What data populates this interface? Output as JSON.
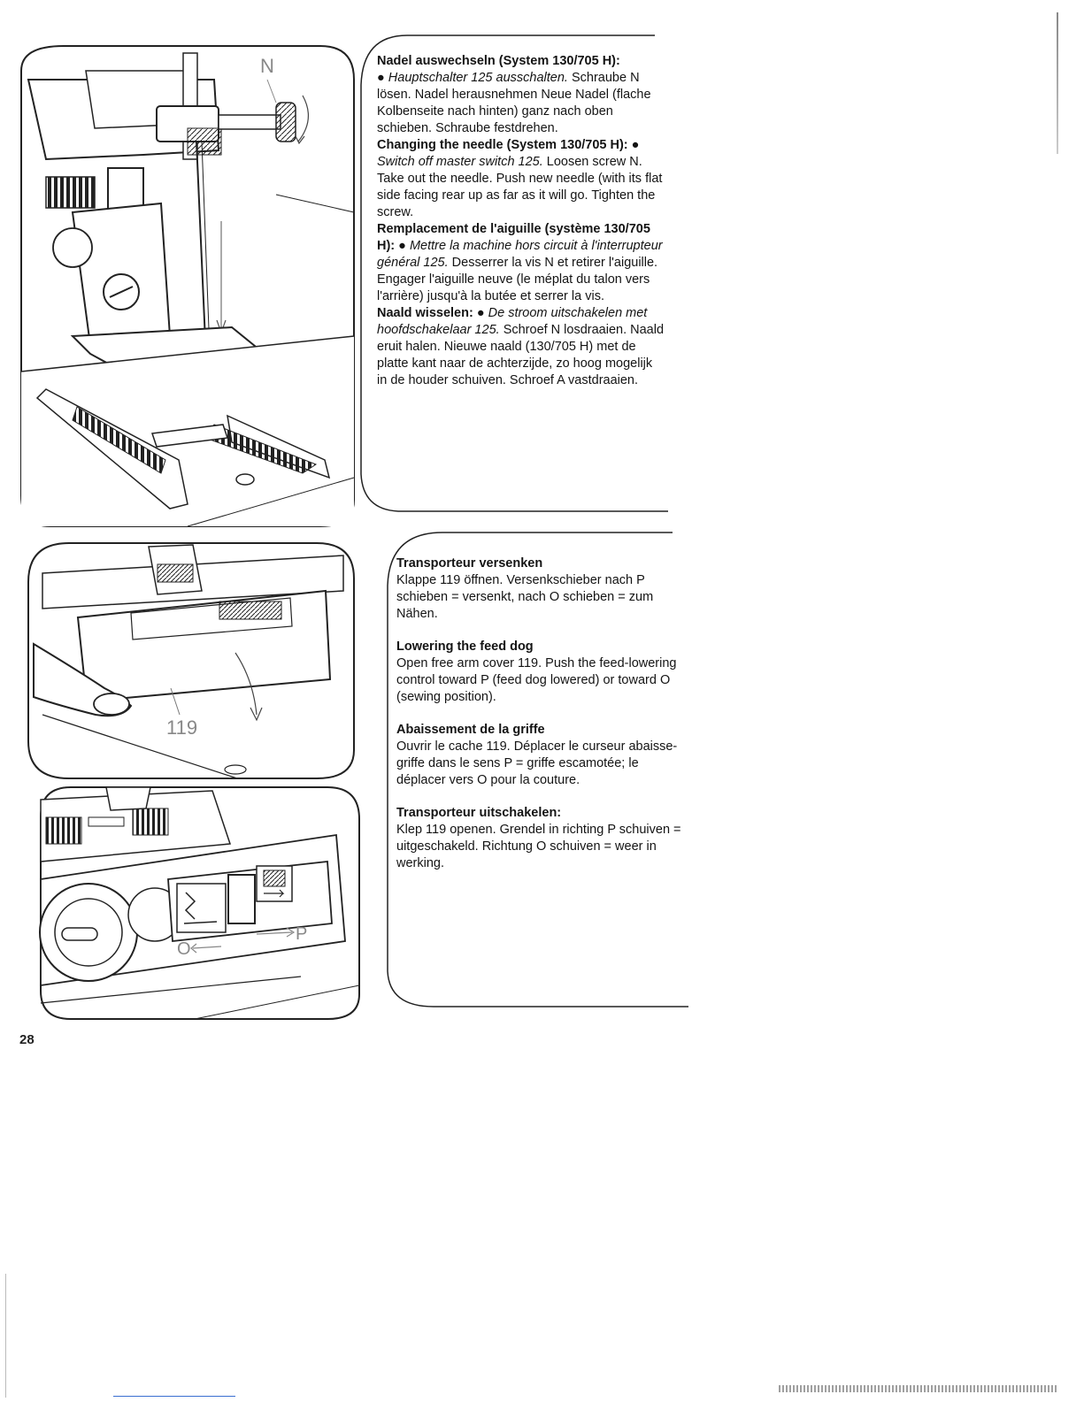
{
  "page_number": "28",
  "figure_labels": {
    "screw": "N",
    "cover": "119",
    "sew_position": "O",
    "lowered_position": "P"
  },
  "section_needle": {
    "de_heading": "Nadel auswechseln (System 130/705 H):",
    "de_bullet": "Hauptschalter 125 ausschalten.",
    "de_body": "Schraube N lösen. Nadel herausnehmen Neue Nadel (flache Kolbenseite nach hinten) ganz nach oben schieben. Schraube festdrehen.",
    "en_heading": "Changing the needle (System 130/705 H):",
    "en_bullet": "Switch off master switch 125.",
    "en_body": "Loosen screw N. Take out the needle. Push new needle (with its flat side facing rear up as far as it will go. Tighten the screw.",
    "fr_heading": "Remplacement de l'aiguille (système 130/705 H):",
    "fr_bullet": "Mettre la machine hors circuit à l'interrupteur général 125.",
    "fr_body": "Desserrer la vis N et retirer l'aiguille. Engager l'aiguille neuve (le méplat du talon vers l'arrière) jusqu'à la butée et serrer la vis.",
    "nl_heading": "Naald wisselen:",
    "nl_bullet": "De stroom uitschakelen met hoofdschakelaar 125.",
    "nl_body": "Schroef N losdraaien. Naald eruit halen. Nieuwe naald (130/705 H) met de platte kant naar de achterzijde, zo hoog mogelijk in de houder schuiven. Schroef A vastdraaien."
  },
  "section_feed_dog": {
    "de_heading": "Transporteur versenken",
    "de_body": "Klappe 119 öffnen. Versenkschieber nach P schieben = versenkt, nach O schieben = zum Nähen.",
    "en_heading": "Lowering the feed dog",
    "en_body": "Open free arm cover 119. Push the feed-lowering control toward P (feed dog lowered) or toward O (sewing position).",
    "fr_heading": "Abaissement de la griffe",
    "fr_body": "Ouvrir le cache 119. Déplacer le curseur abaisse-griffe dans le sens P = griffe escamotée; le déplacer vers O pour la couture.",
    "nl_heading": "Transporteur uitschakelen:",
    "nl_body": "Klep 119 openen. Grendel in richting P schuiven = uitgeschakeld. Richtung O schuiven = weer in werking."
  }
}
